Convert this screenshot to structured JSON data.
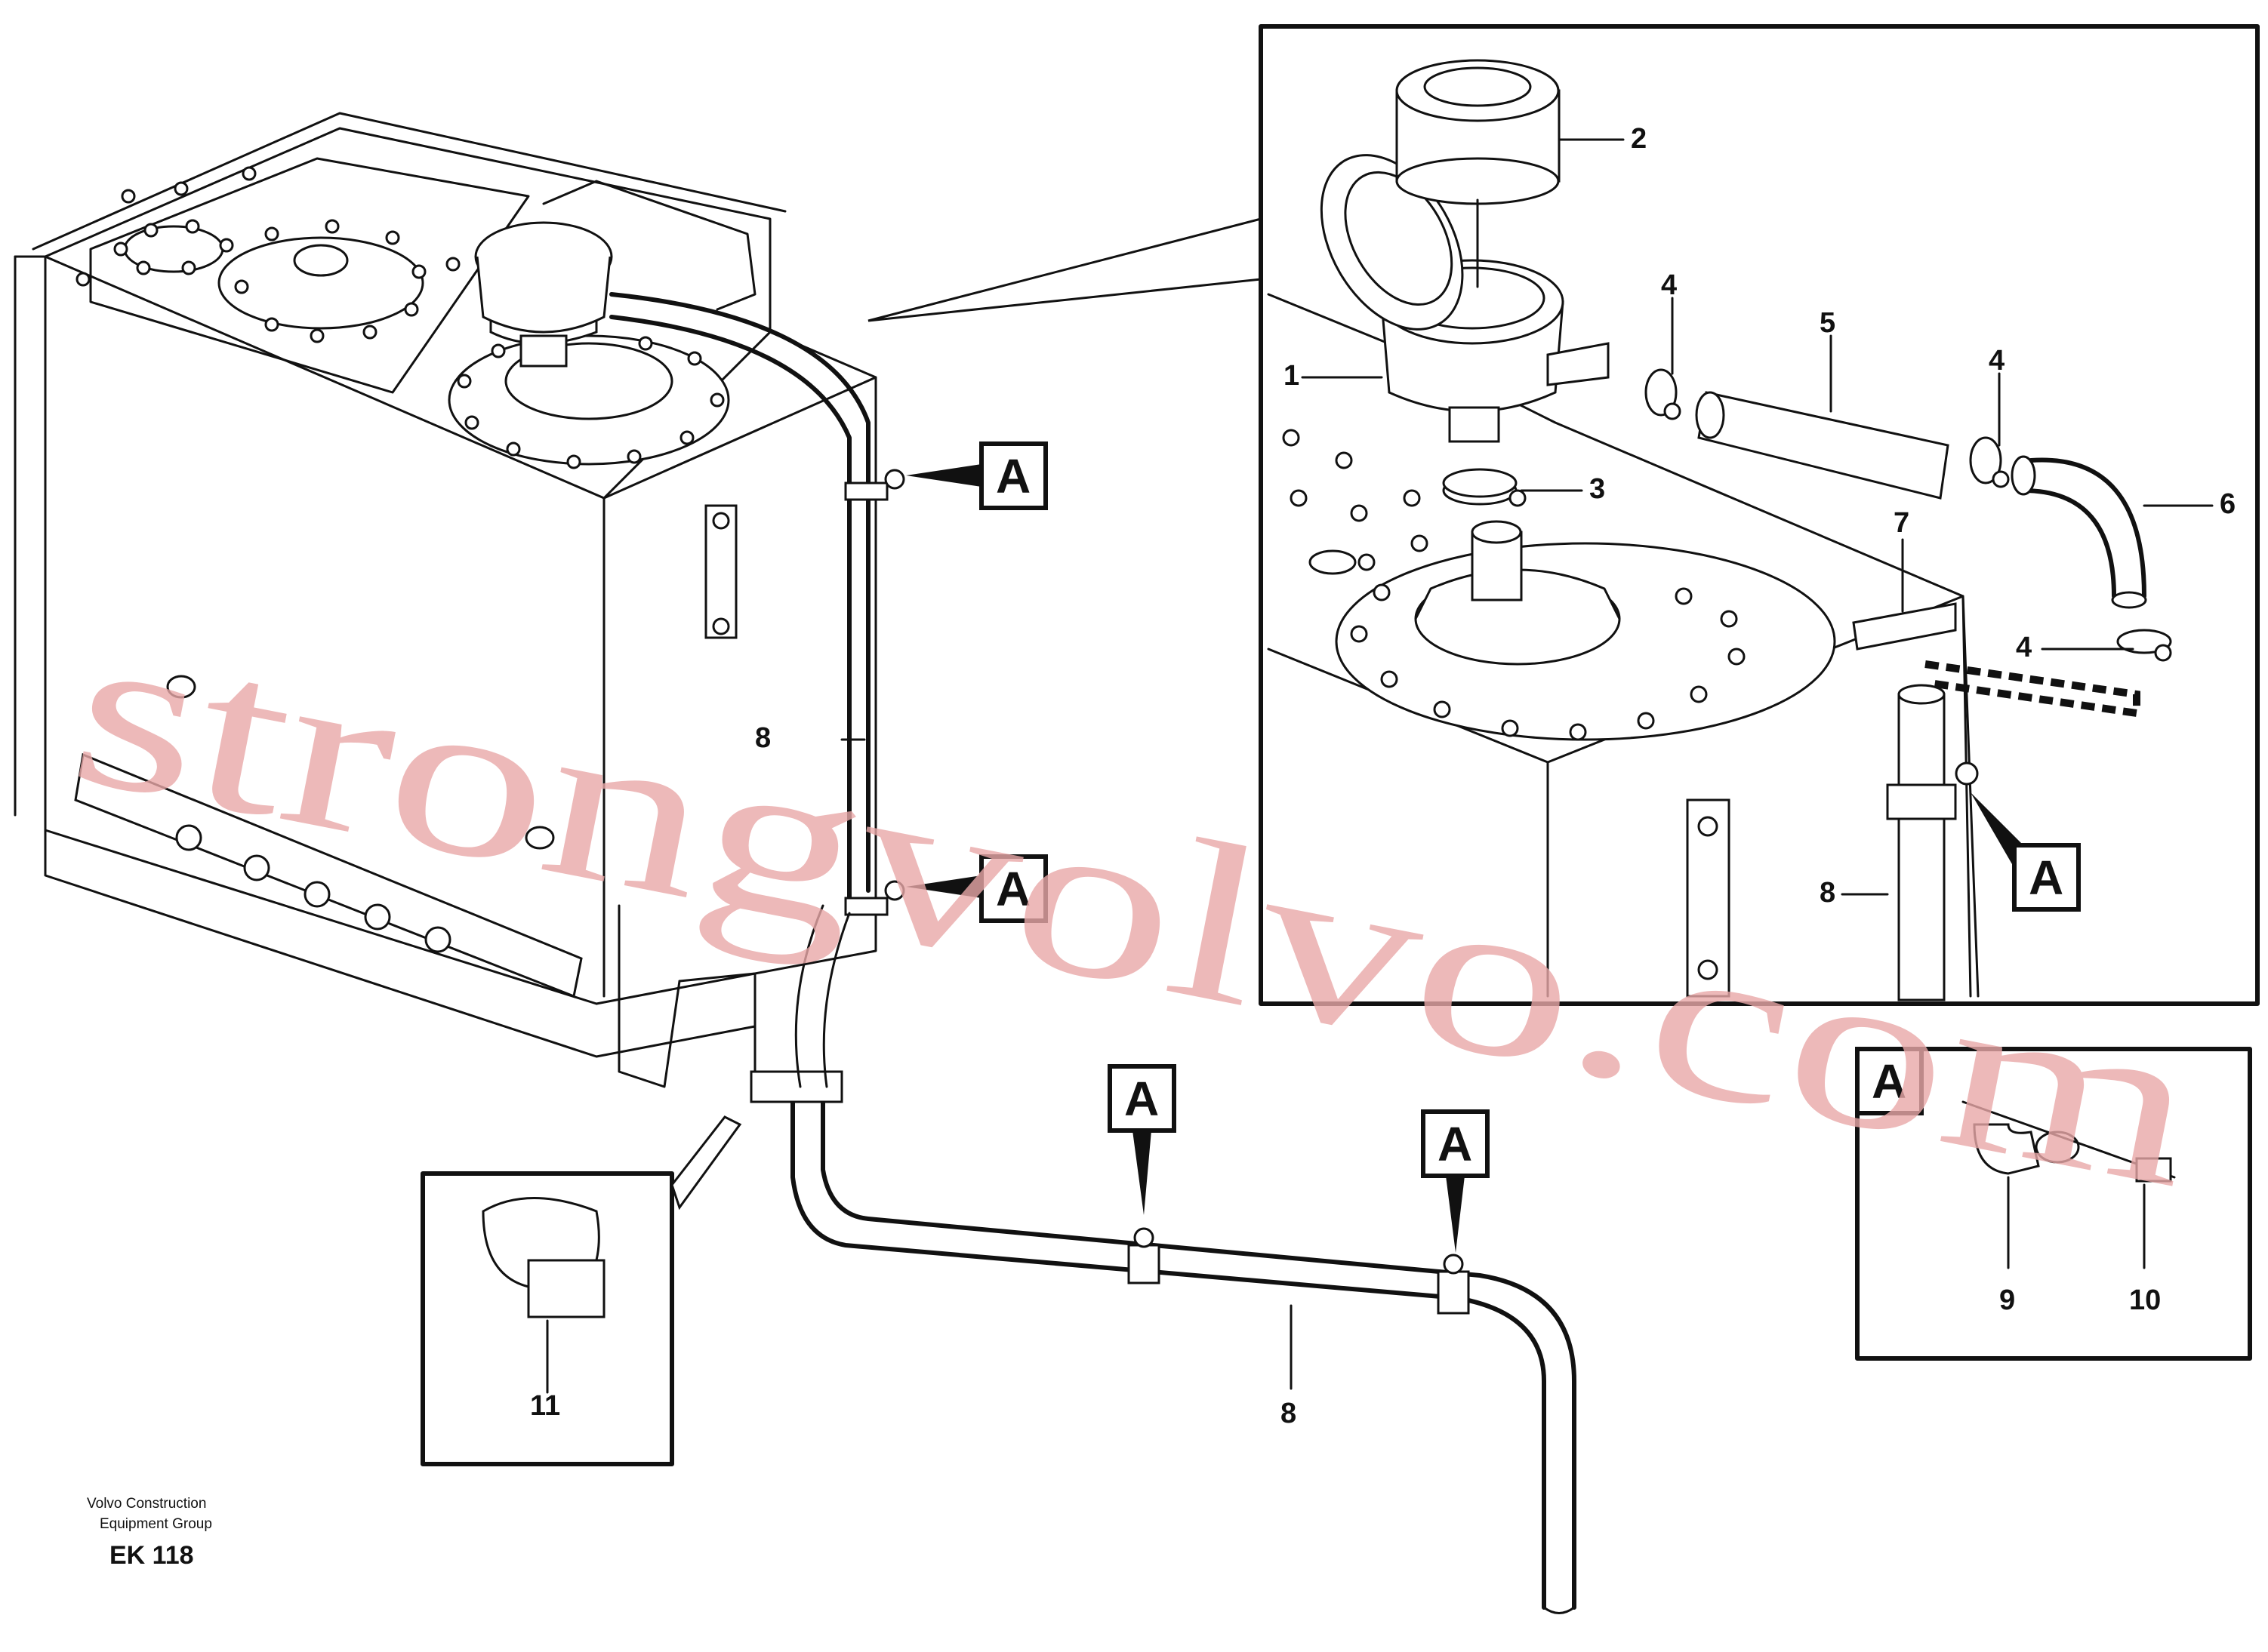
{
  "callouts": {
    "c1": "1",
    "c2": "2",
    "c3": "3",
    "c4a": "4",
    "c4b": "4",
    "c4c": "4",
    "c5": "5",
    "c6": "6",
    "c7": "7",
    "c8_main": "8",
    "c8_lower": "8",
    "c8_detail": "8",
    "c9": "9",
    "c10": "10",
    "c11": "11"
  },
  "tags": {
    "tag_a1": "A",
    "tag_a2": "A",
    "tag_a3": "A",
    "tag_a4": "A",
    "tag_a_detail": "A",
    "tag_a_inset": "A"
  },
  "footer": {
    "line1": "Volvo Construction",
    "line2": "Equipment Group",
    "code": "EK 118"
  },
  "watermark": "strongvolvo.com"
}
